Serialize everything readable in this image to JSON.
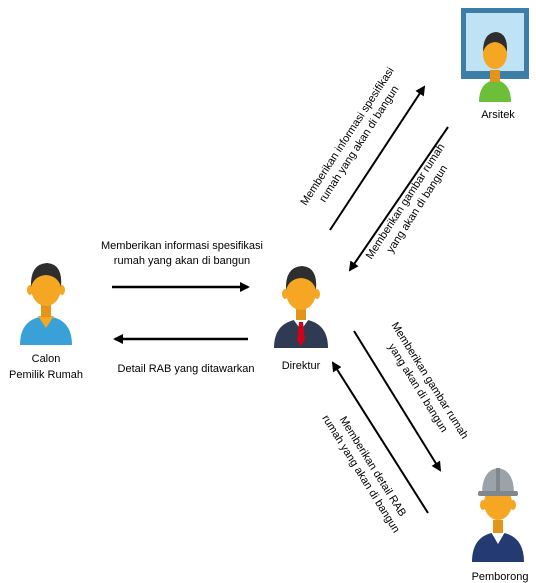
{
  "actors": {
    "calon": {
      "line1": "Calon",
      "line2": "Pemilik Rumah",
      "icon": "customer-person-icon"
    },
    "direktur": {
      "name": "Direktur",
      "icon": "director-person-icon"
    },
    "arsitek": {
      "name": "Arsitek",
      "icon": "architect-monitor-icon"
    },
    "pemborong": {
      "name": "Pemborong",
      "icon": "contractor-helmet-icon"
    }
  },
  "flows": {
    "calon_to_direktur": {
      "line1": "Memberikan informasi spesifikasi",
      "line2": "rumah yang akan di bangun"
    },
    "direktur_to_calon": {
      "line1": "Detail RAB yang ditawarkan"
    },
    "direktur_to_arsitek": {
      "line1": "Memberikan informasi spesifikasi",
      "line2": "rumah yang akan di bangun"
    },
    "arsitek_to_direktur": {
      "line1": "Memberikan gambar rumah",
      "line2": "yang akan di bangun"
    },
    "direktur_to_pemborong": {
      "line1": "Memberikan gambar rumah",
      "line2": "yang akan di bangun"
    },
    "pemborong_to_direktur": {
      "line1": "Memberikan detail RAB",
      "line2": "rumah yang akan di bangun"
    }
  },
  "colors": {
    "skin": "#F5A623",
    "hair": "#2E2E2E",
    "calon_shirt": "#3AA0D8",
    "suit": "#2F3B52",
    "tie": "#D0021B",
    "architect_shirt": "#6DBF3A",
    "monitor_frame": "#3D7EA6",
    "monitor_screen": "#BFE3F5",
    "helmet": "#9AA3AA",
    "contractor_suit": "#243A73"
  }
}
